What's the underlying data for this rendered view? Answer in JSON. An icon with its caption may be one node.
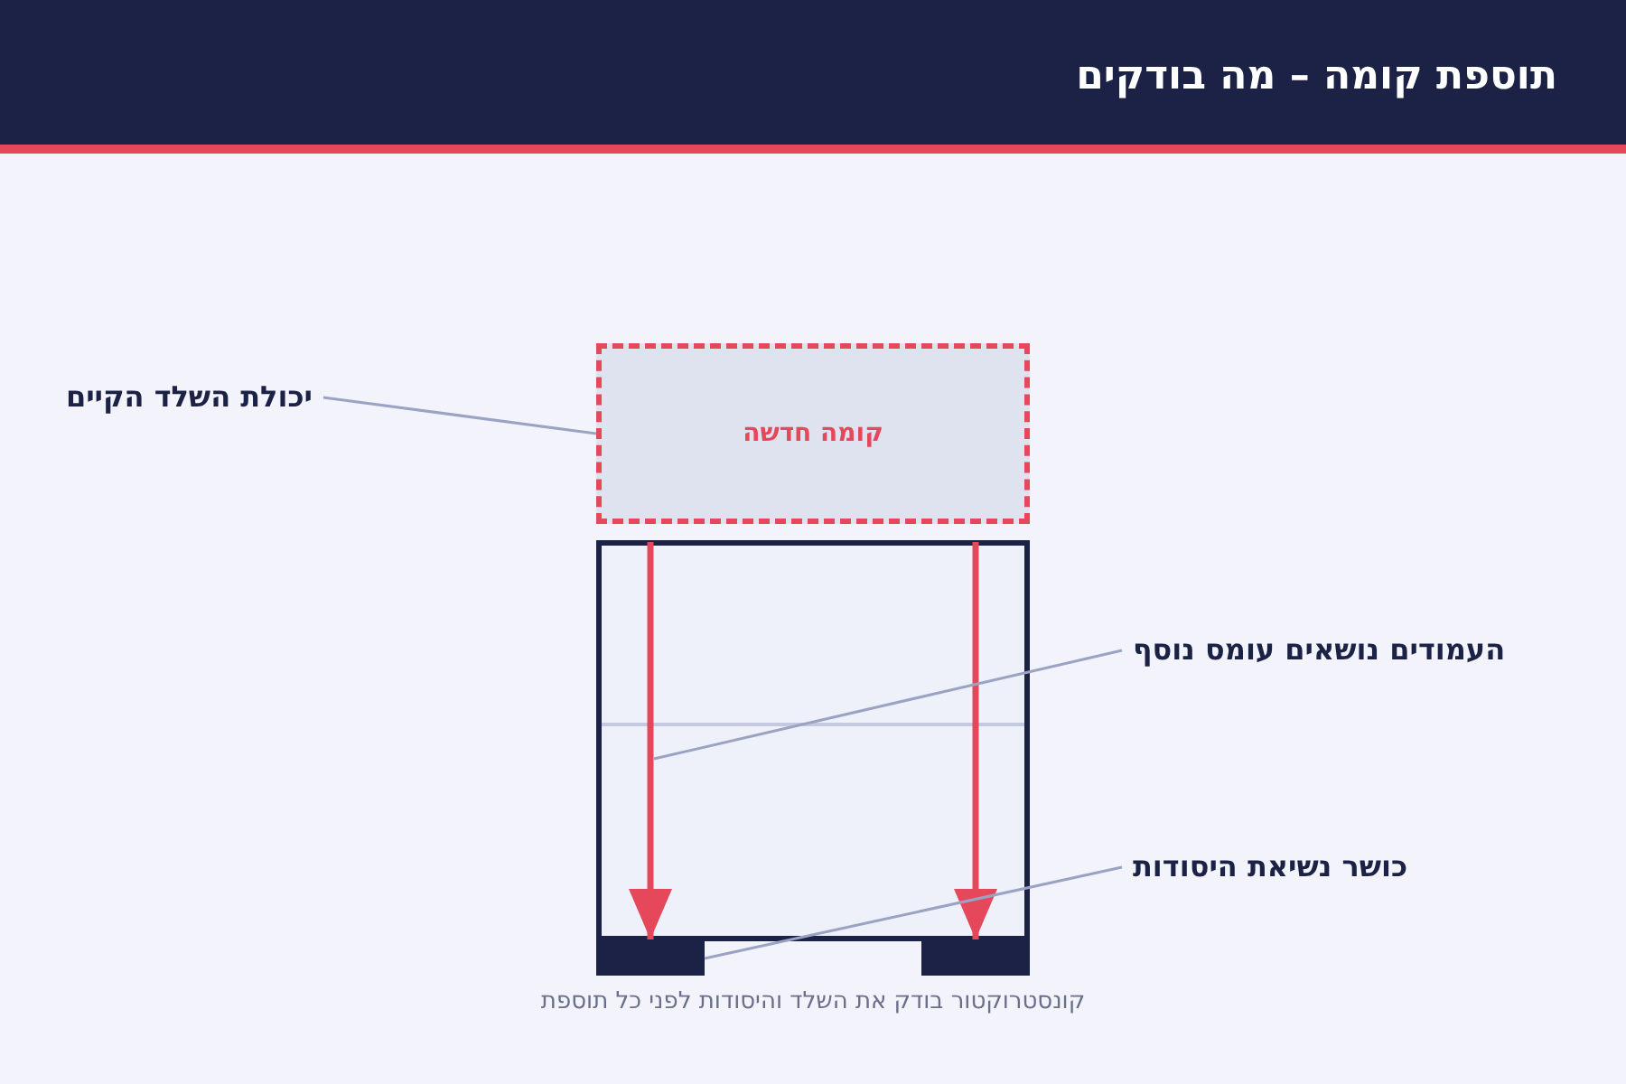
{
  "diagram": {
    "title": "תוספת קומה – מה בודקים",
    "caption": "קונסטרוקטור בודק את השלד והיסודות לפני כל תוספת",
    "nodes": [
      {
        "text": [
          "קומה חדשה"
        ]
      },
      {
        "text": [
          "יכולת השלד הקיים"
        ]
      },
      {
        "text": [],
        "shape": "box"
      },
      {
        "text": [
          "העמודים נושאים עומס נוסף"
        ]
      },
      {
        "text": [
          "כושר נשיאת היסודות"
        ]
      },
      {
        "text": [],
        "shape": "bar"
      },
      {
        "text": [],
        "shape": "bar"
      }
    ],
    "edges": [
      {
        "from": 2,
        "to": 5,
        "arrow": "to",
        "style": "thick",
        "color": "#e5485a"
      },
      {
        "from": 2,
        "to": 6,
        "arrow": "to",
        "style": "thick",
        "color": "#e5485a"
      },
      {
        "from": 1,
        "to": 0,
        "arrow": "none"
      },
      {
        "from": 3,
        "to": 2,
        "arrow": "none"
      },
      {
        "from": 4,
        "to": 5,
        "arrow": "none"
      }
    ]
  }
}
